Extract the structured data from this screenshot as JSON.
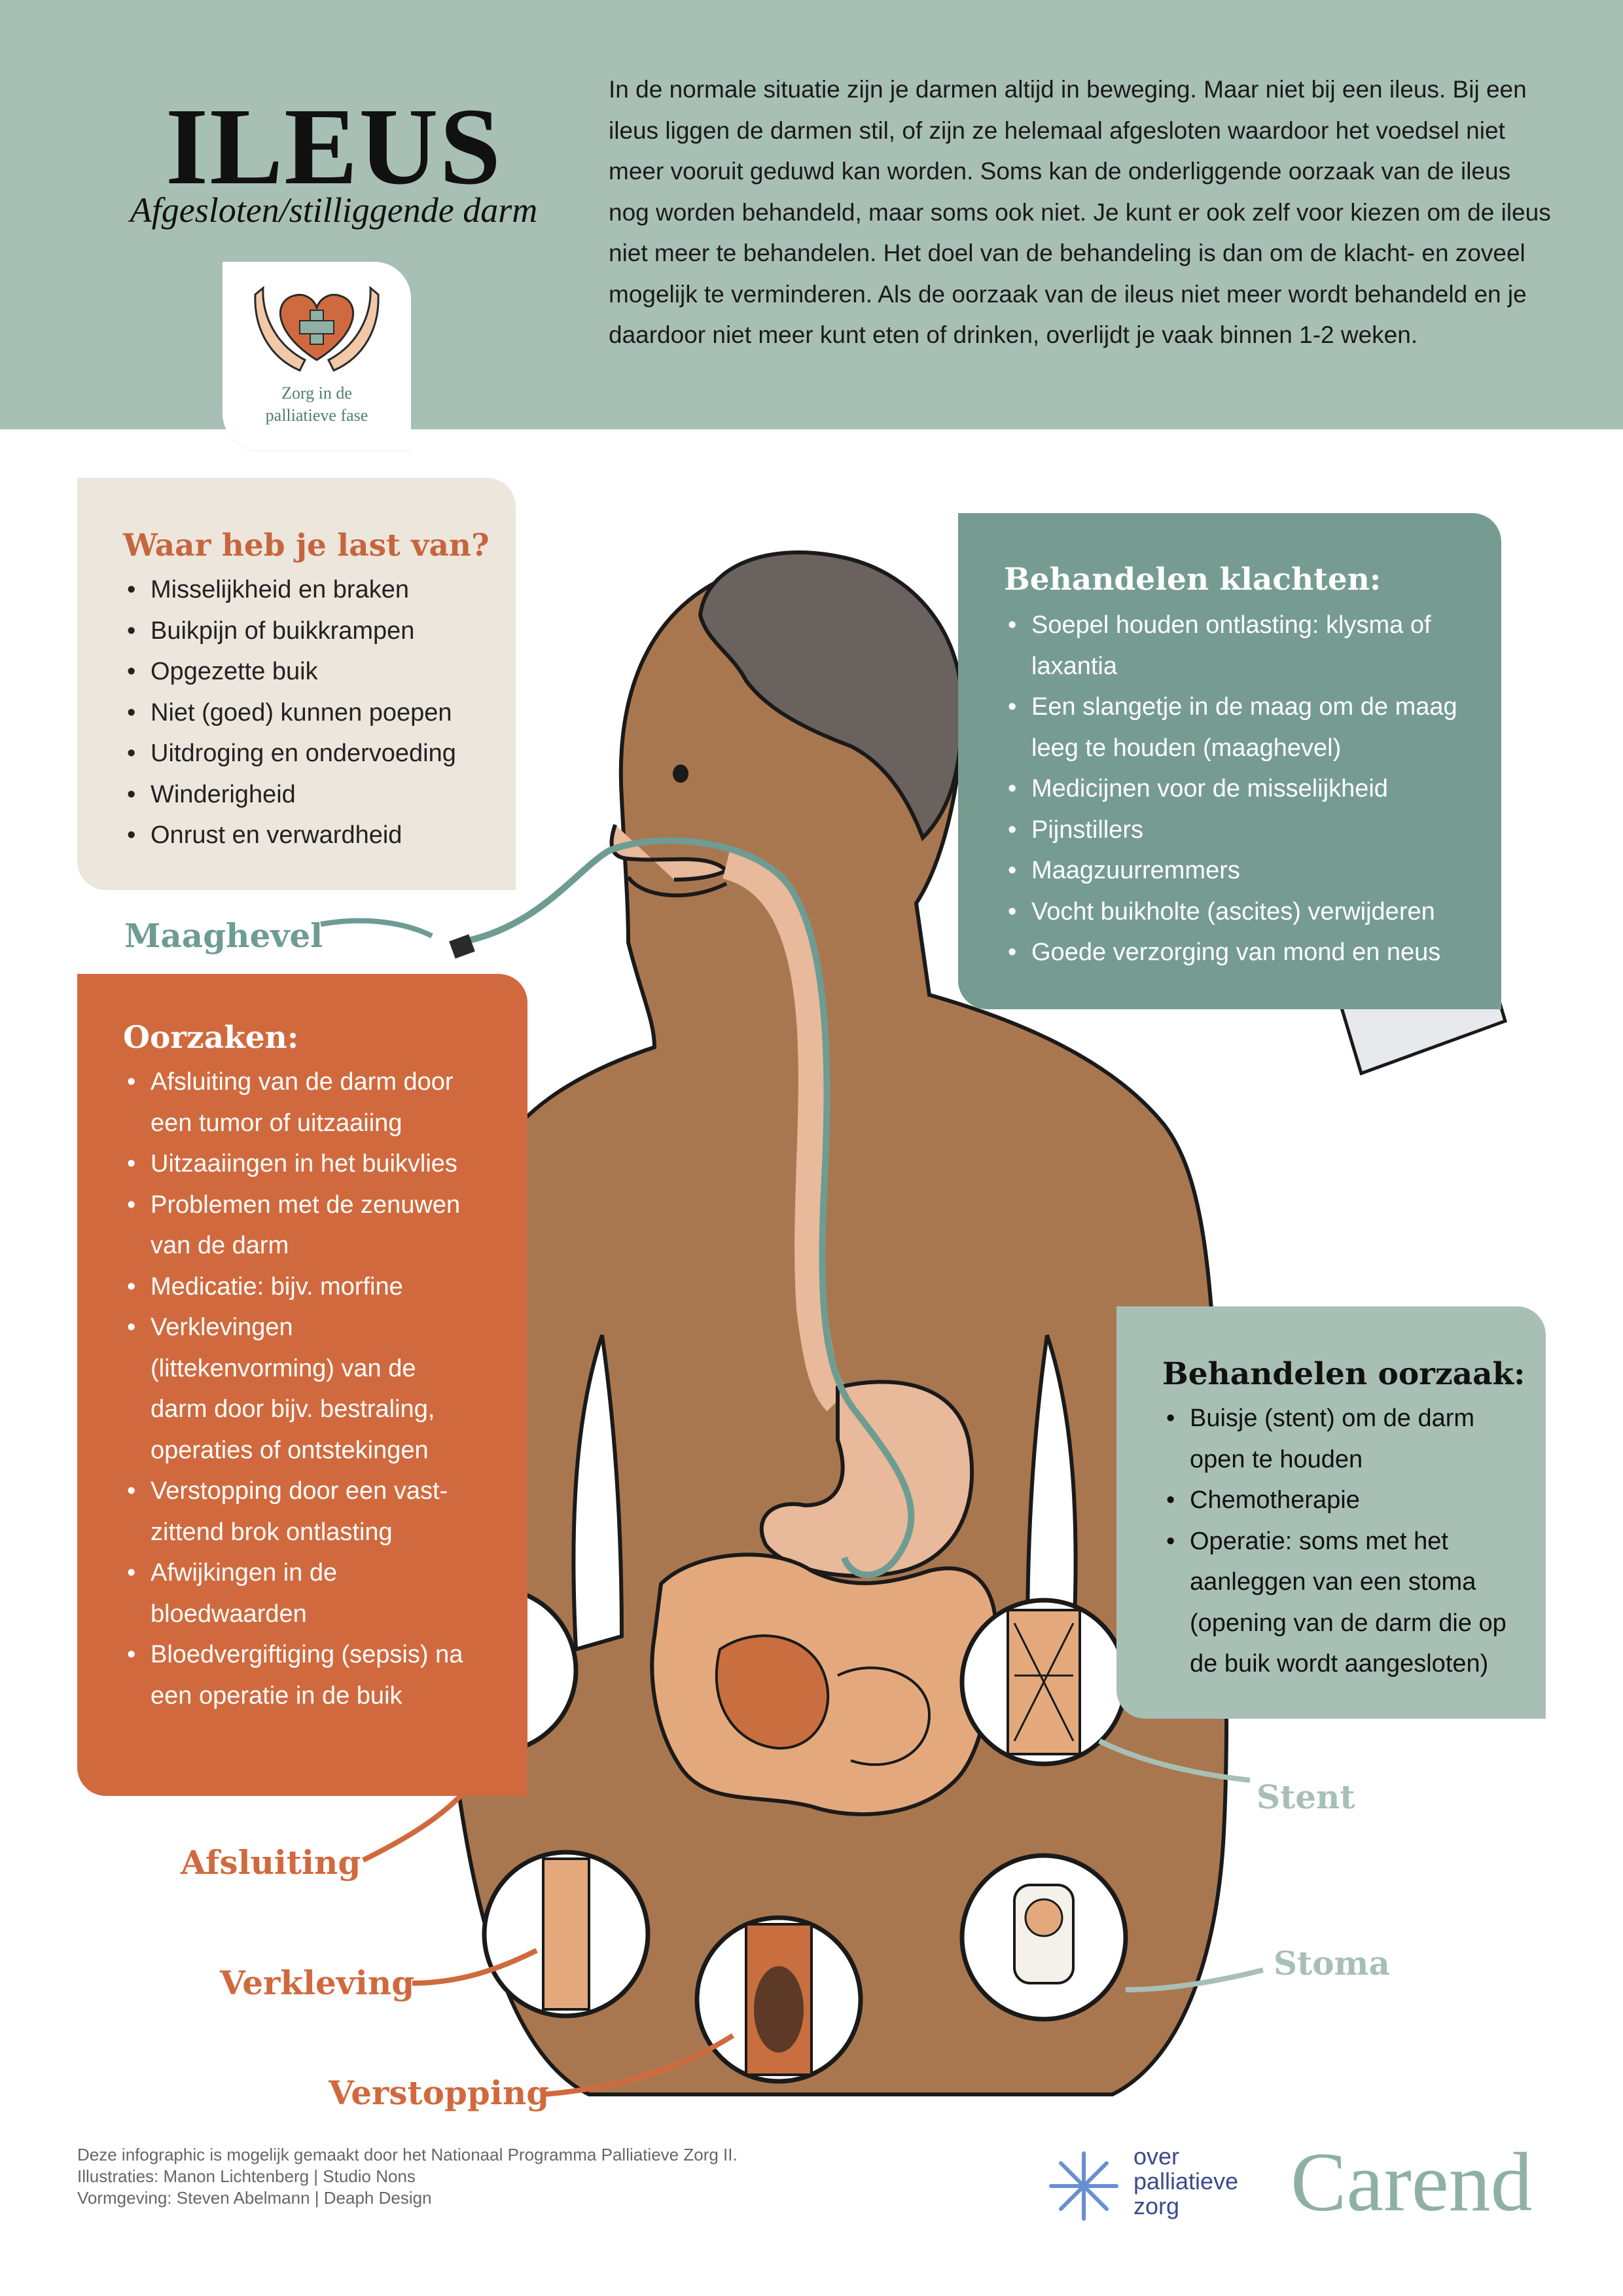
{
  "header": {
    "title": "ILEUS",
    "subtitle": "Afgesloten/stilliggende darm",
    "logo_label_line1": "Zorg in de",
    "logo_label_line2": "palliatieve fase",
    "intro": "In de normale situatie zijn je darmen altijd in beweging. Maar niet bij een ileus. Bij een ileus liggen de darmen stil, of zijn ze helemaal afgesloten waardoor het voedsel niet meer vooruit geduwd kan worden. Soms kan de onderliggende oorzaak van de ileus nog worden behandeld, maar soms ook niet. Je kunt er ook zelf voor kiezen om de ileus niet meer te behandelen. Het doel van de behandeling is dan om de klacht- en zoveel mogelijk te verminderen. Als de oorzaak van de ileus niet meer wordt behandeld en je daardoor niet meer kunt eten of drinken, overlijdt je vaak binnen 1-2 weken."
  },
  "symptoms": {
    "title": "Waar heb je last van?",
    "items": [
      "Misselijkheid en braken",
      "Buikpijn of buikkrampen",
      "Opgezette buik",
      "Niet (goed) kunnen poepen",
      "Uitdroging en ondervoeding",
      "Winderigheid",
      "Onrust en verwardheid"
    ]
  },
  "treat_complaints": {
    "title": "Behandelen klachten:",
    "items": [
      "Soepel houden ontlasting: klysma of laxantia",
      "Een slangetje in de maag om de maag leeg te houden (maaghevel)",
      "Medicijnen voor de misselijkheid",
      "Pijnstillers",
      "Maagzuurremmers",
      "Vocht buikholte (ascites) verwijderen",
      "Goede verzorging van mond en neus"
    ]
  },
  "causes": {
    "title": "Oorzaken:",
    "items": [
      "Afsluiting van de darm door een tumor of uitzaaiing",
      "Uitzaaiingen in het buikvlies",
      "Problemen met de zenuwen van de darm",
      "Medicatie: bijv. morfine",
      "Verklevingen (littekenvorming) van de darm door bijv. bestraling, operaties of ontstekingen",
      "Verstopping door een vast-zittend brok ontlasting",
      "Afwijkingen in de bloedwaarden",
      "Bloedvergiftiging (sepsis) na een operatie in de buik"
    ]
  },
  "treat_cause": {
    "title": "Behandelen oorzaak:",
    "items": [
      "Buisje (stent) om de darm open te houden",
      "Chemotherapie",
      "Operatie: soms met het aanleggen van een stoma (opening van de darm die op de buik wordt aangesloten)"
    ]
  },
  "callouts": {
    "maaghevel": "Maaghevel",
    "afsluiting": "Afsluiting",
    "verkleving": "Verkleving",
    "verstopping": "Verstopping",
    "stent": "Stent",
    "stoma": "Stoma"
  },
  "footer": {
    "credits": [
      "Deze infographic is mogelijk gemaakt door het Nationaal Programma Palliatieve Zorg II.",
      "Illustraties: Manon Lichtenberg | Studio Nons",
      "Vormgeving: Steven Abelmann | Deaph Design"
    ],
    "partner_lines": [
      "over",
      "palliatieve",
      "zorg"
    ],
    "brand": "Carend"
  },
  "colors": {
    "header_bg": "#a8bfb6",
    "accent_orange": "#d06a3e",
    "teal_dark": "#769c91",
    "beige": "#ede6dd",
    "skin": "#a9774f"
  }
}
